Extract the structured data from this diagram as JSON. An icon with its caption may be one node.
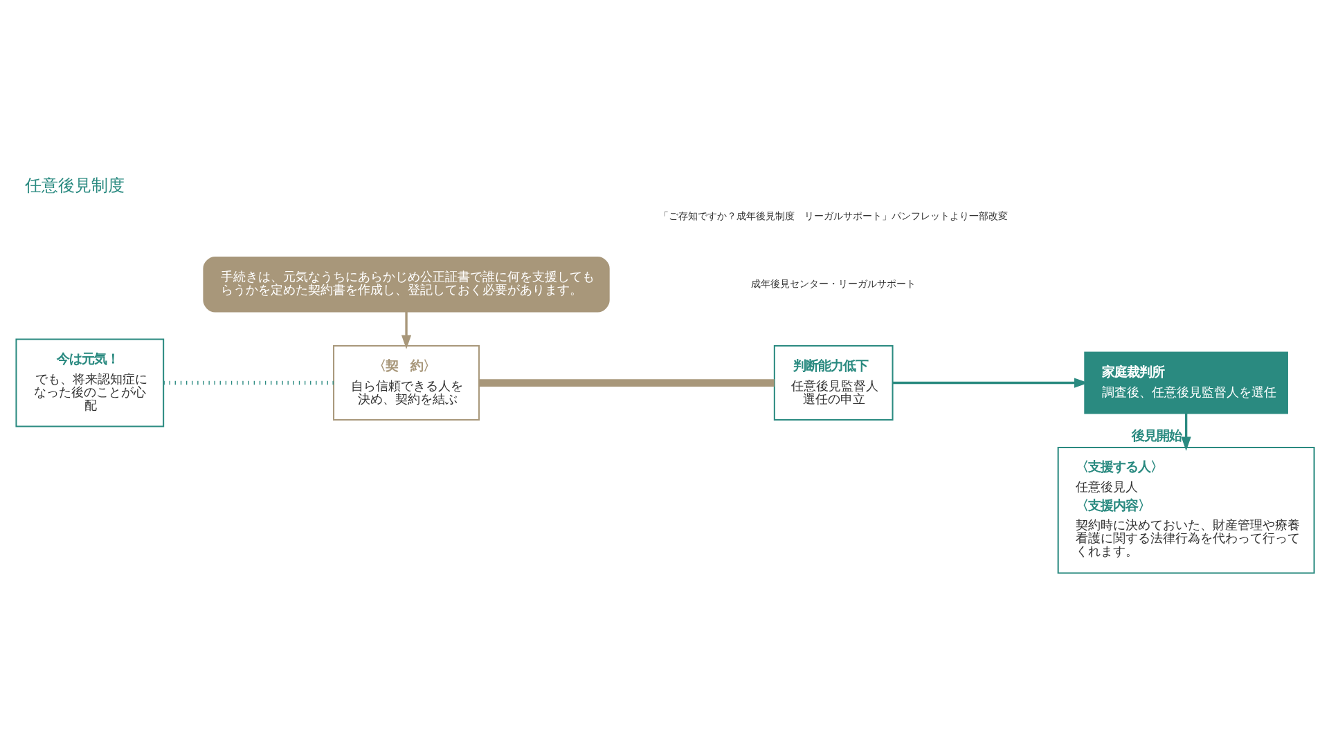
{
  "diagram": {
    "title": "任意後見制度",
    "nodes": [
      {
        "text": [
          "今は元気！",
          "でも、将来認知症になった後のことが心配"
        ]
      },
      {
        "text": [
          "〈契　約〉",
          "自ら信頼できる人を決め、契約を結ぶ"
        ]
      },
      {
        "text": [
          "判断能力低下",
          "任意後見監督人選任の申立"
        ]
      },
      {
        "text": [
          "家庭裁判所",
          "調査後、任意後見監督人を選任"
        ]
      },
      {
        "text": [
          "手続きは、元気なうちにあらかじめ公正証書で誰に何を支援してもらうかを定めた契約書を作成し、登記しておく必要があります。"
        ]
      },
      {
        "text": [
          "〈支援する人〉",
          "任意後見人",
          "〈支援内容〉",
          "契約時に決めておいた、財産管理や療養看護に関する法律行為を代わって行ってくれます。"
        ]
      }
    ],
    "edges": [
      {
        "from": 0,
        "to": 1,
        "arrow": "none",
        "style": "dashed"
      },
      {
        "from": 1,
        "to": 2,
        "arrow": "none",
        "style": "thick",
        "color": "#a8977a"
      },
      {
        "from": 2,
        "to": 3,
        "arrow": "to"
      },
      {
        "from": 3,
        "to": 5,
        "arrow": "to",
        "label": "後見開始"
      },
      {
        "from": 4,
        "to": 1,
        "arrow": "to",
        "color": "#a8977a"
      }
    ],
    "labels": [
      "成年後見センター・リーガルサポート",
      "「ご存知ですか？成年後見制度　リーガルサポート」パンフレットより一部改変"
    ]
  }
}
